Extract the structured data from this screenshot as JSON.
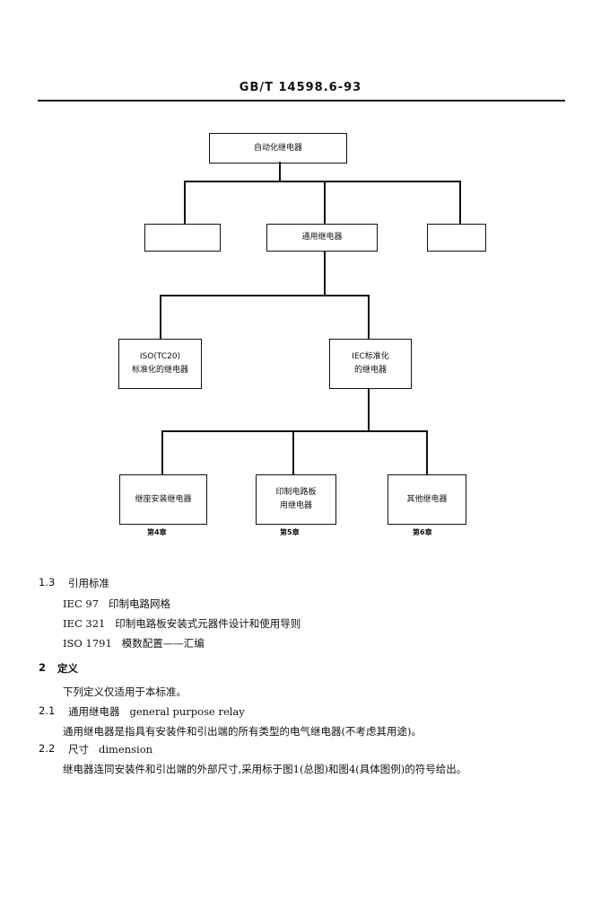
{
  "header": {
    "title": "GB/T 14598.6-93"
  },
  "diagram": {
    "root": "自动化继电器",
    "level2": {
      "left": "",
      "center": "通用继电器",
      "right": ""
    },
    "level3": {
      "iso_line1": "ISO(TC20)",
      "iso_line2": "标准化的继电器",
      "iec_line1": "IEC标准化",
      "iec_line2": "的继电器"
    },
    "level4": {
      "socket": "继座安装继电器",
      "pcb_line1": "印制电路板",
      "pcb_line2": "用继电器",
      "other": "其他继电器"
    },
    "captions": {
      "ch4": "第4章",
      "ch5": "第5章",
      "ch6": "第6章"
    }
  },
  "sections": {
    "s13_number": "1.3",
    "s13_title": "引用标准",
    "refs": [
      "IEC 97   印制电路网格",
      "IEC 321   印制电路板安装式元器件设计和使用导则",
      "ISO 1791   模数配置——汇编"
    ],
    "s2_number": "2",
    "s2_title": "定义",
    "s2_intro": "下列定义仅适用于本标准。",
    "s21_number": "2.1",
    "s21_title": "通用继电器   general purpose relay",
    "s21_text": "通用继电器是指具有安装件和引出端的所有类型的电气继电器(不考虑其用途)。",
    "s22_number": "2.2",
    "s22_title": "尺寸   dimension",
    "s22_text": "继电器连同安装件和引出端的外部尺寸,采用标于图1(总图)和图4(具体图例)的符号给出。"
  }
}
